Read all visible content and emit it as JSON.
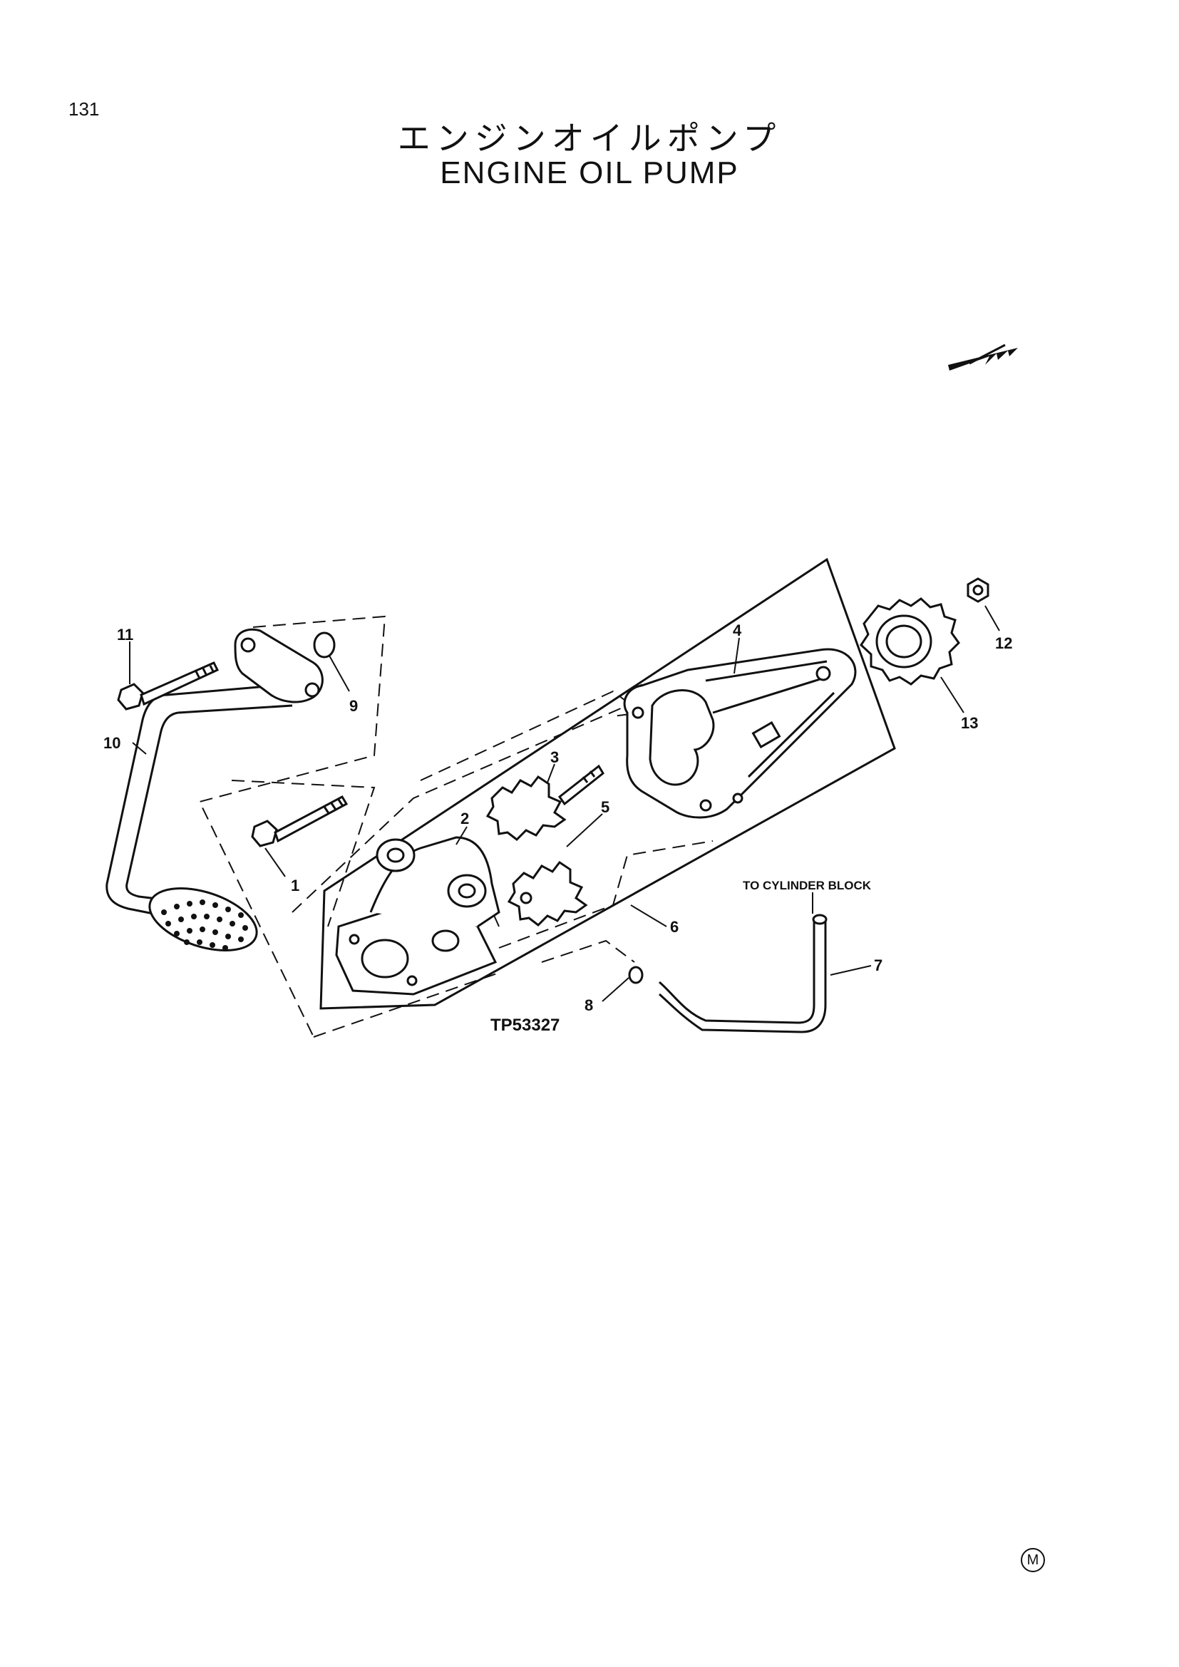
{
  "page": {
    "number": "131",
    "title_jp": "エンジンオイルポンプ",
    "title_en": "ENGINE OIL PUMP",
    "mark": "M"
  },
  "diagram": {
    "figure_id": "TP53327",
    "note": "TO CYLINDER BLOCK",
    "callouts": [
      "1",
      "2",
      "3",
      "4",
      "5",
      "6",
      "7",
      "8",
      "9",
      "10",
      "11",
      "12",
      "13"
    ]
  }
}
